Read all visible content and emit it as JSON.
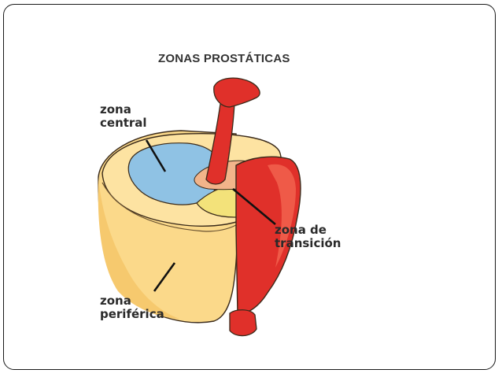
{
  "slide": {
    "title": "ZONAS PROSTÁTICAS"
  },
  "labels": {
    "central": {
      "line1": "zona",
      "line2": "central"
    },
    "transicion": {
      "line1": "zona de",
      "line2": "transición"
    },
    "periferica": {
      "line1": "zona",
      "line2": "periférica"
    }
  },
  "colors": {
    "peripheral_zone": "#fbd98a",
    "central_zone": "#8fc2e4",
    "transition_zone": "#f3e27a",
    "urethra": "#e0302a",
    "outline": "#3a2a1a"
  }
}
